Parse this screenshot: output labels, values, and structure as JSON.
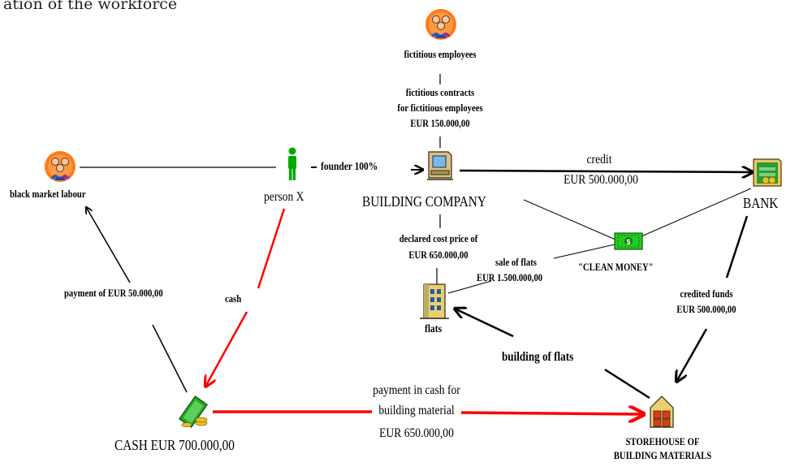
{
  "caption": "ation of the workforce",
  "nodes": {
    "fictitious_employees": "fictitious employees",
    "black_market_labour": "black market labour",
    "person_x": "person X",
    "building_company": "BUILDING COMPANY",
    "bank": "BANK",
    "clean_money": "\"CLEAN MONEY\"",
    "flats": "flats",
    "cash": "CASH EUR 700.000,00",
    "storehouse_line1": "STOREHOUSE OF",
    "storehouse_line2": "BUILDING MATERIALS"
  },
  "edges": {
    "contracts_line1": "fictitious contracts",
    "contracts_line2": "for fictitious employees",
    "contracts_line3": "EUR 150.000,00",
    "founder": "founder 100%",
    "credit_line1": "credit",
    "credit_line2": "EUR 500.000,00",
    "declared_line1": "declared cost price of",
    "declared_line2": "EUR 650.000,00",
    "sale_line1": "sale of flats",
    "sale_line2": "EUR 1.500.000,00",
    "credited_line1": "credited funds",
    "credited_line2": "EUR 500.000,00",
    "building_flats": "building of flats",
    "payment_labour": "payment of EUR 50.000,00",
    "cash_edge": "cash",
    "payment_cash_line1": "payment in cash for",
    "payment_cash_line2": "building material",
    "payment_cash_line3": "EUR 650.000,00"
  },
  "colors": {
    "black": "#000000",
    "red": "#ff0000",
    "green": "#00aa00",
    "money": "#22cc22"
  },
  "icons": {
    "fictitious_employees": "group-people-icon",
    "black_market_labour": "group-people-icon",
    "person_x": "person-icon",
    "building_company": "computer-office-icon",
    "bank": "bank-money-icon",
    "clean_money": "banknote-icon",
    "flats": "apartment-building-icon",
    "cash": "cash-money-icon",
    "storehouse": "storehouse-icon"
  }
}
